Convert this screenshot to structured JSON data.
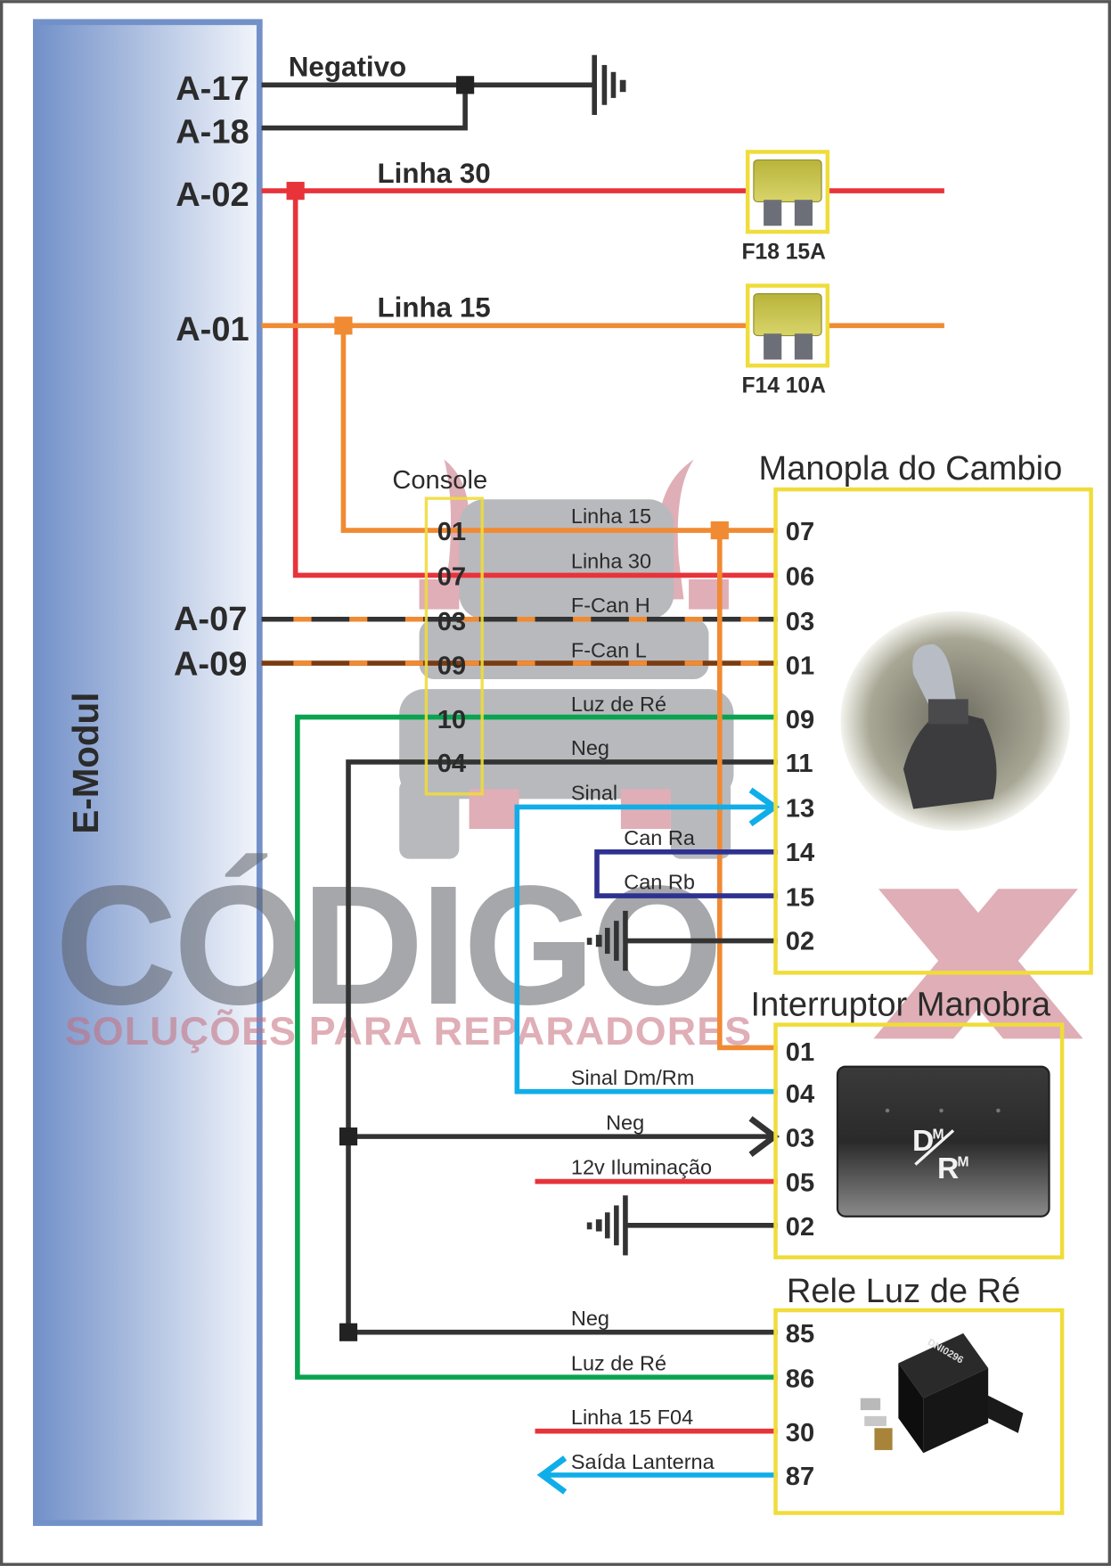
{
  "module": {
    "name": "E-Modul"
  },
  "emodul_pins": {
    "a17": "A-17",
    "a18": "A-18",
    "a02": "A-02",
    "a01": "A-01",
    "a07": "A-07",
    "a09": "A-09"
  },
  "top_wires": {
    "negativo": "Negativo",
    "linha30": "Linha 30",
    "linha15": "Linha 15"
  },
  "fuses": [
    {
      "label": "F18 15A"
    },
    {
      "label": "F14 10A"
    }
  ],
  "console": {
    "title": "Console",
    "pins": [
      "01",
      "07",
      "03",
      "09",
      "10",
      "04"
    ]
  },
  "wire_labels": {
    "linha15": "Linha 15",
    "linha30": "Linha 30",
    "fcanh": "F-Can H",
    "fcanl": "F-Can L",
    "luzre": "Luz de Ré",
    "neg": "Neg",
    "sinal": "Sinal",
    "canra": "Can Ra",
    "canrb": "Can Rb",
    "sinal_dmrm": "Sinal Dm/Rm",
    "neg2": "Neg",
    "ilum": "12v Iluminação",
    "neg3": "Neg",
    "luzre2": "Luz de Ré",
    "linha15f04": "Linha 15 F04",
    "saida": "Saída Lanterna"
  },
  "manopla": {
    "title": "Manopla do Cambio",
    "pins": [
      "07",
      "06",
      "03",
      "01",
      "09",
      "11",
      "13",
      "14",
      "15",
      "02"
    ]
  },
  "interruptor": {
    "title": "Interruptor Manobra",
    "pins": [
      "01",
      "04",
      "03",
      "05",
      "02"
    ],
    "switch_text_top": "D",
    "switch_text_top_sup": "M",
    "switch_text_bottom": "R",
    "switch_text_bottom_sup": "M"
  },
  "rele": {
    "title": "Rele Luz de Ré",
    "pins": [
      "85",
      "86",
      "30",
      "87"
    ],
    "brand": "DNI0296"
  },
  "watermark": {
    "brand_left": "CÓDIGO",
    "brand_right": "X",
    "tagline": "SOLUÇÕES PARA REPARADORES"
  },
  "colors": {
    "black_wire": "#333333",
    "red_wire": "#e8333a",
    "orange_wire": "#f08a33",
    "brown_wire": "#7a3b10",
    "green_wire": "#0aa350",
    "cyan_wire": "#10aee8",
    "navy_wire": "#2e3190",
    "box_yellow": "#f0dc3a",
    "module_blue": "#7391c9"
  }
}
